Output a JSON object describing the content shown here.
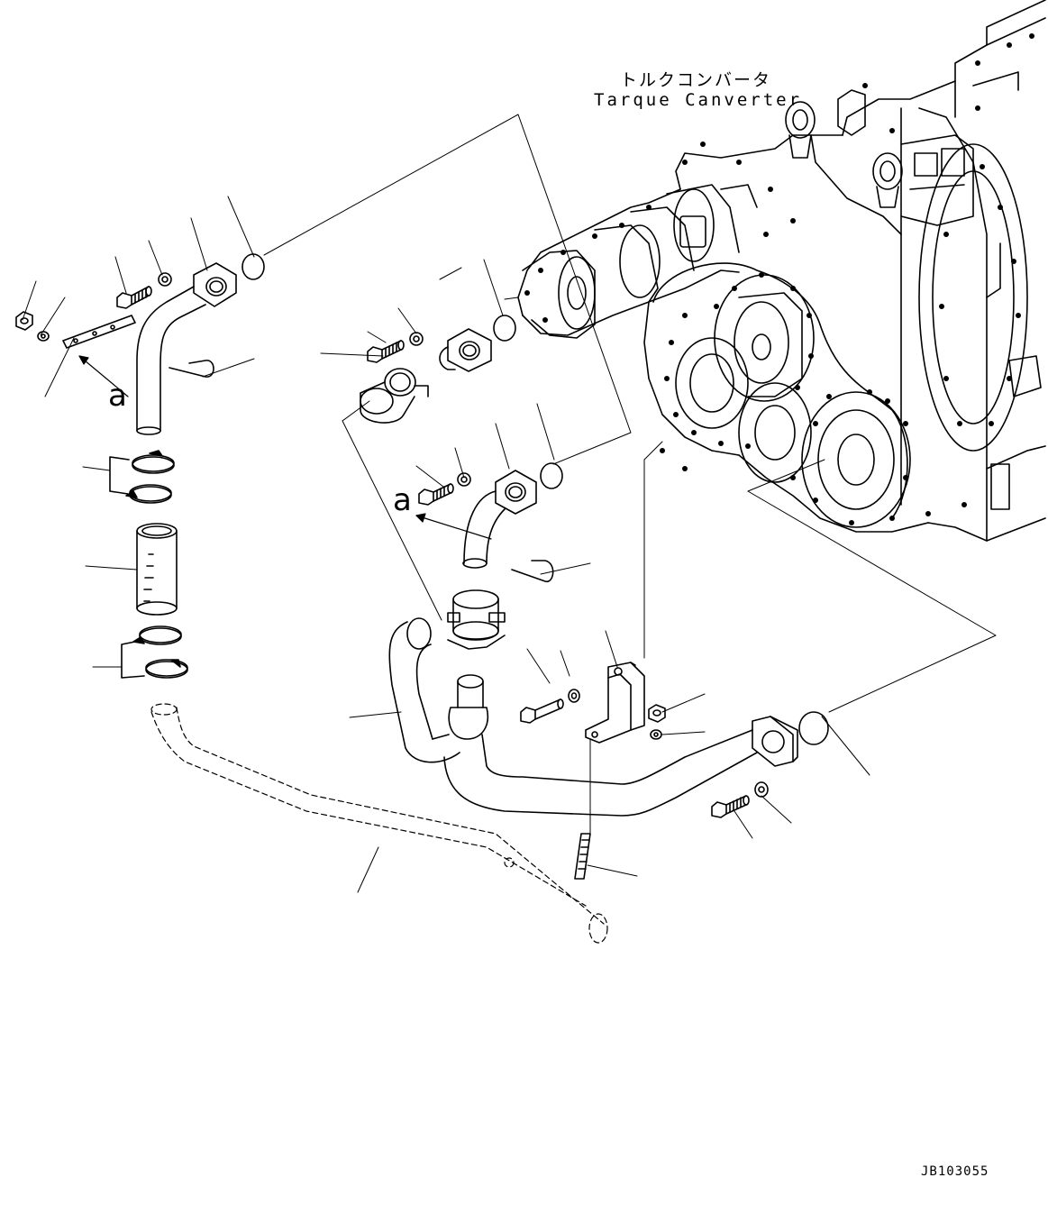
{
  "title": {
    "japanese": "トルクコンバータ",
    "english": "Tarque Canverter"
  },
  "reference_letters": [
    "a",
    "a"
  ],
  "drawing_id": "JB103055",
  "colors": {
    "line": "#000000",
    "background": "#ffffff"
  }
}
